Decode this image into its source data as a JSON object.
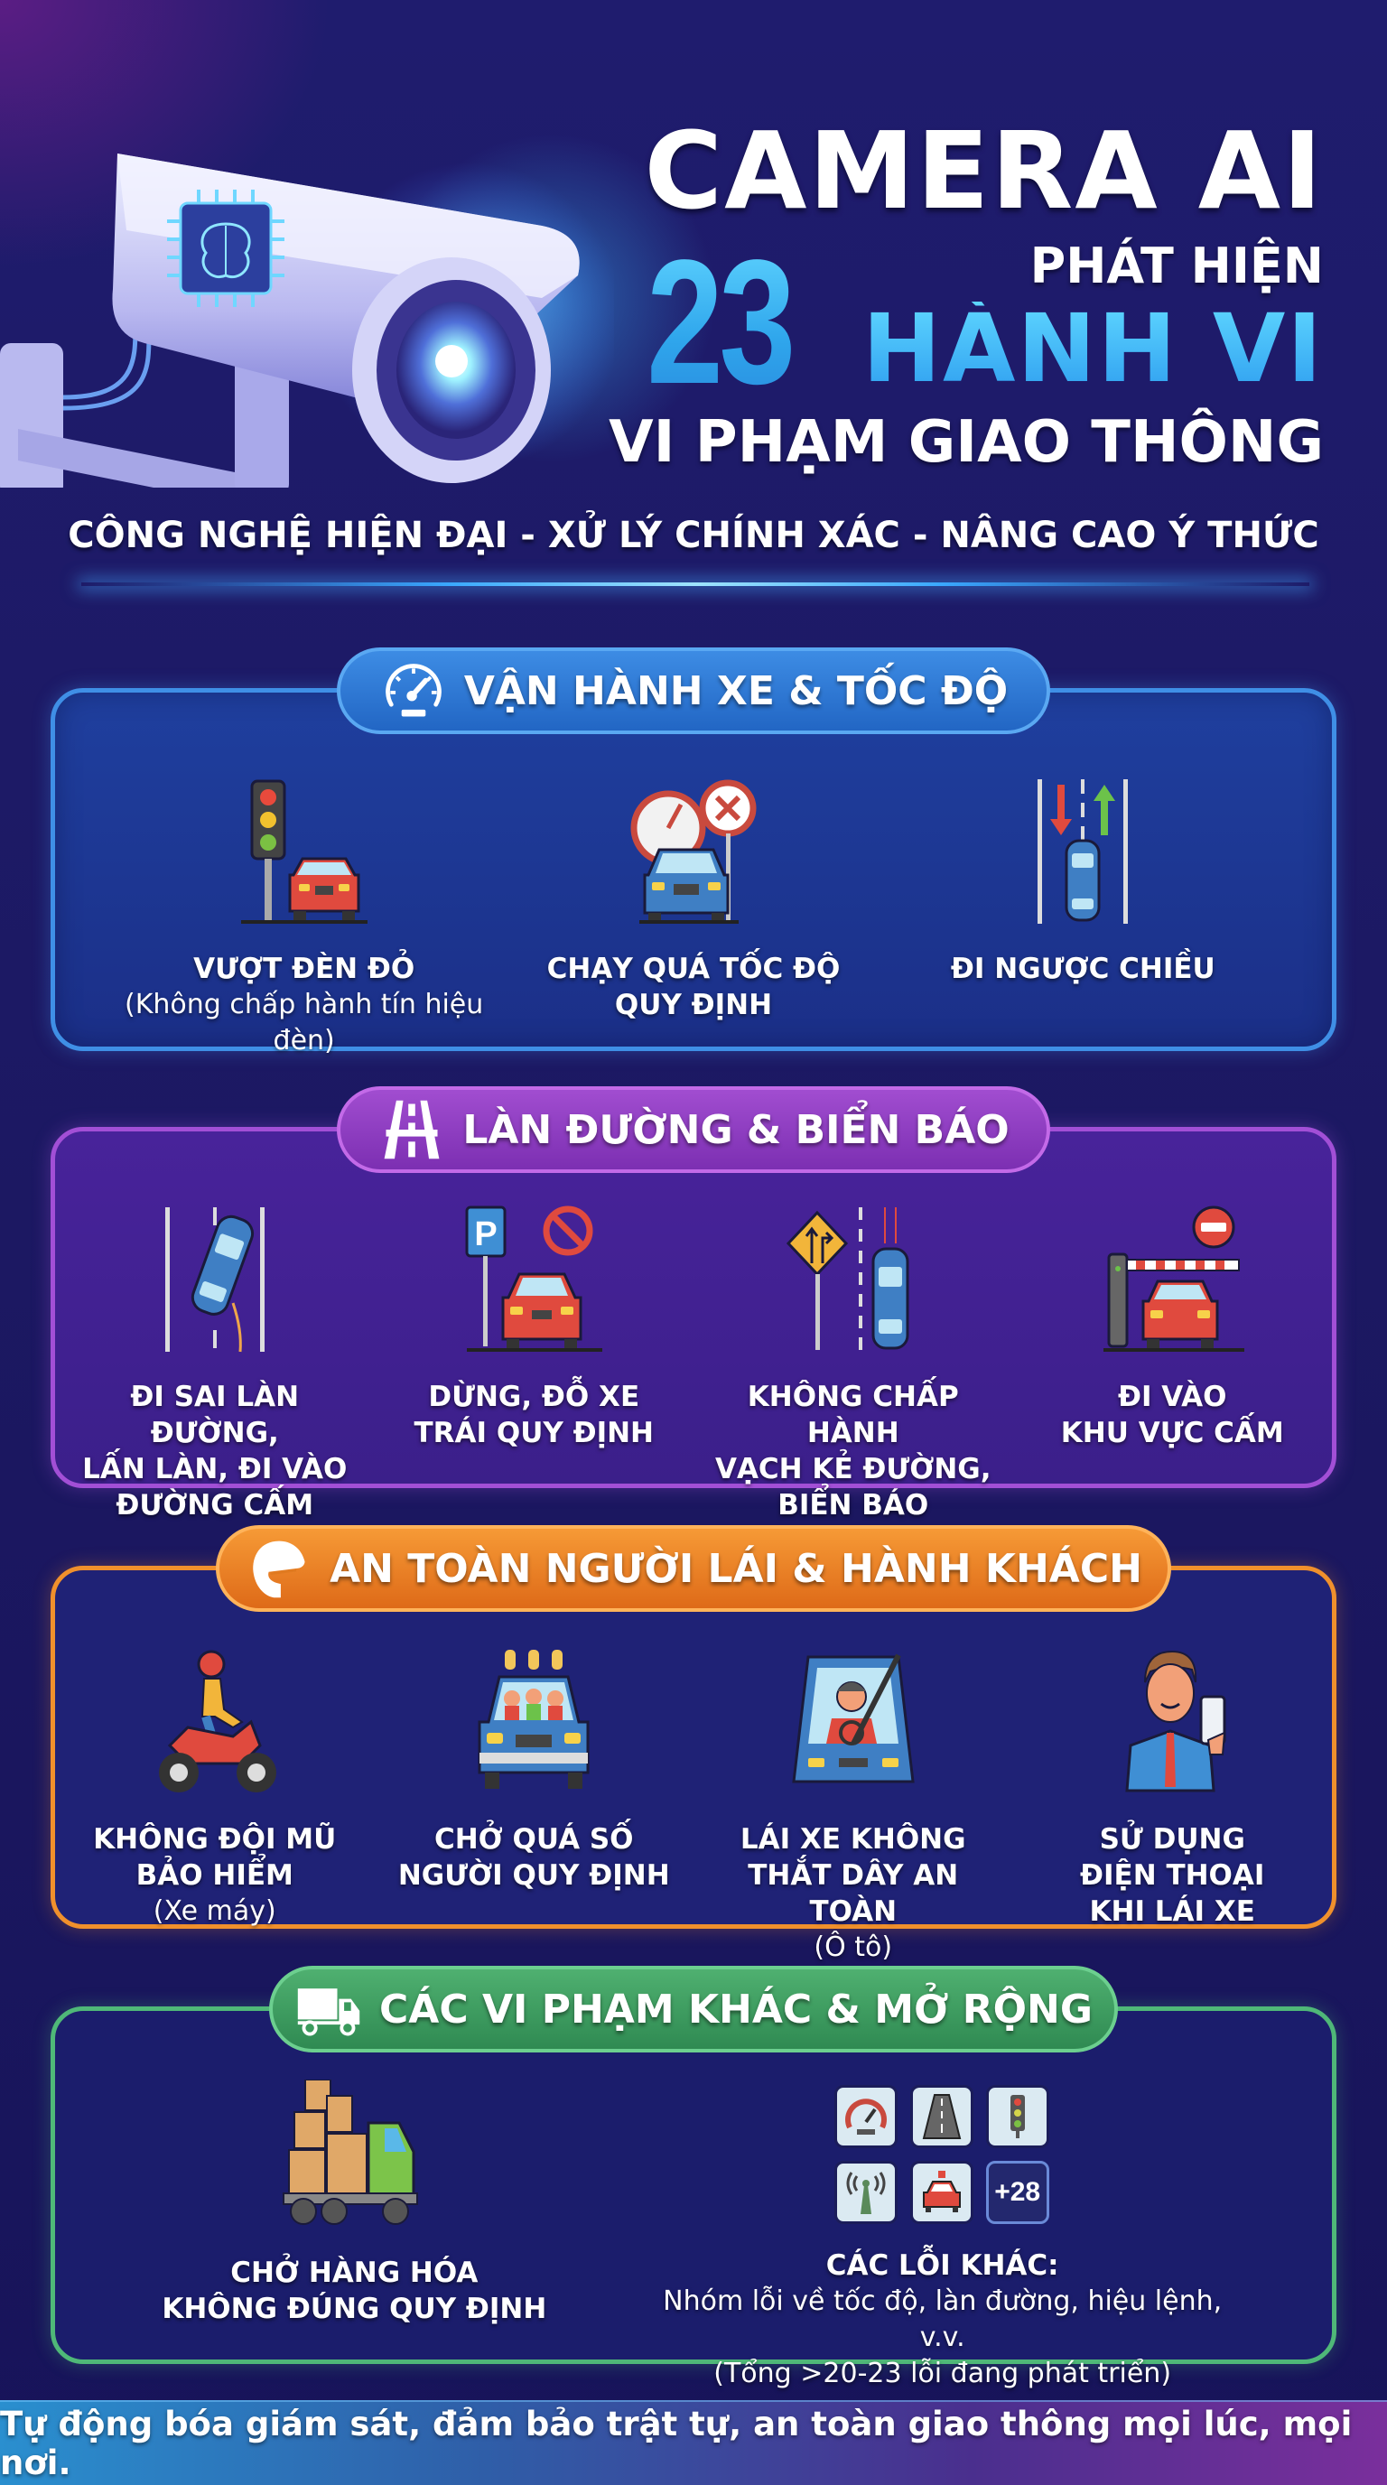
{
  "header": {
    "title_line1": "CAMERA AI",
    "title_phat_hien": "PHÁT HIỆN",
    "title_count": "23",
    "title_hanh_vi": "HÀNH VI",
    "title_line3": "VI PHẠM GIAO THÔNG",
    "camera_illustration": "ai-cctv-camera-with-brain-chip",
    "tagline": "CÔNG NGHỆ HIỆN ĐẠI - XỬ LÝ CHÍNH XÁC - NÂNG CAO Ý THỨC"
  },
  "sections": [
    {
      "title": "VẬN HÀNH XE & TỐC ĐỘ",
      "icon": "speedometer-icon",
      "color": "#3f8fe6",
      "items": [
        {
          "title": "VƯỢT ĐÈN ĐỎ",
          "subtitle": "(Không chấp hành tín hiệu đèn)",
          "icon": "traffic-light-car-icon"
        },
        {
          "title": "CHẠY QUÁ TỐC ĐỘ\nQUY ĐỊNH",
          "subtitle": "",
          "icon": "speeding-car-icon"
        },
        {
          "title": "ĐI NGƯỢC CHIỀU",
          "subtitle": "",
          "icon": "wrong-way-icon"
        }
      ]
    },
    {
      "title": "LÀN ĐƯỜNG & BIỂN BÁO",
      "icon": "road-lanes-icon",
      "color": "#a24fd6",
      "items": [
        {
          "title": "ĐI SAI LÀN ĐƯỜNG,\nLẤN LÀN, ĐI VÀO\nĐƯỜNG CẤM",
          "subtitle": "",
          "icon": "lane-violation-icon"
        },
        {
          "title": "DỪNG, ĐỖ XE\nTRÁI QUY ĐỊNH",
          "subtitle": "",
          "icon": "illegal-parking-icon"
        },
        {
          "title": "KHÔNG CHẤP HÀNH\nVẠCH KẺ ĐƯỜNG,\nBIỂN BÁO",
          "subtitle": "",
          "icon": "road-sign-violation-icon"
        },
        {
          "title": "ĐI VÀO\nKHU VỰC CẤM",
          "subtitle": "",
          "icon": "restricted-area-icon"
        }
      ]
    },
    {
      "title": "AN TOÀN NGƯỜI LÁI & HÀNH KHÁCH",
      "icon": "helmet-icon",
      "color": "#f0902c",
      "items": [
        {
          "title": "KHÔNG ĐỘI MŨ\nBẢO HIỂM",
          "subtitle": "(Xe máy)",
          "icon": "motorbike-no-helmet-icon"
        },
        {
          "title": "CHỞ QUÁ SỐ\nNGƯỜI QUY ĐỊNH",
          "subtitle": "",
          "icon": "overloaded-car-icon"
        },
        {
          "title": "LÁI XE KHÔNG\nTHẮT DÂY AN TOÀN",
          "subtitle": "(Ô tô)",
          "icon": "seatbelt-driver-icon"
        },
        {
          "title": "SỬ DỤNG\nĐIỆN THOẠI\nKHI LÁI XE",
          "subtitle": "",
          "icon": "phone-use-icon"
        }
      ]
    },
    {
      "title": "CÁC VI PHẠM KHÁC & MỞ RỘNG",
      "icon": "truck-icon",
      "color": "#4fb878",
      "items": [
        {
          "title": "CHỞ HÀNG HÓA\nKHÔNG ĐÚNG QUY ĐỊNH",
          "subtitle": "",
          "icon": "overloaded-truck-icon"
        },
        {
          "title": "CÁC LỖI KHÁC:",
          "subtitle": "Nhóm lỗi về tốc độ, làn đường, hiệu lệnh, v.v.\n(Tổng >20-23 lỗi đang phát triển)",
          "icon": "other-violations-grid"
        }
      ],
      "tiles": [
        "speedometer-icon",
        "road-icon",
        "traffic-light-icon",
        "signal-tower-icon",
        "police-car-icon"
      ],
      "more_badge": "+28"
    }
  ],
  "footer": {
    "text": "Tự động bóa giám sát, đảm bảo trật tự, an toàn giao thông mọi lúc, mọi nơi."
  }
}
